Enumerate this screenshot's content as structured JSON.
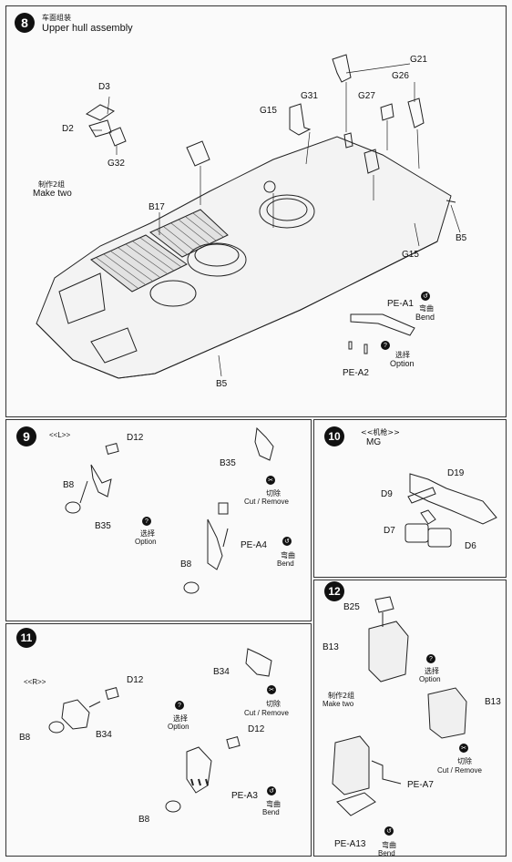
{
  "step8": {
    "number": "8",
    "title_cn": "车面组装",
    "title_en": "Upper hull assembly",
    "make_two_cn": "制作2组",
    "make_two_en": "Make two",
    "parts": {
      "d3": "D3",
      "d2": "D2",
      "g32": "G32",
      "b17": "B17",
      "g15a": "G15",
      "g31": "G31",
      "g21": "G21",
      "g26": "G26",
      "g27": "G27",
      "b5a": "B5",
      "g15b": "G15",
      "b5b": "B5",
      "pea1": "PE-A1",
      "pea2": "PE-A2"
    },
    "bend_cn": "弯曲",
    "bend_en": "Bend",
    "option_cn": "选择",
    "option_en": "Option"
  },
  "step9": {
    "number": "9",
    "side": "<<L>>",
    "parts": {
      "d12": "D12",
      "b8a": "B8",
      "b35a": "B35",
      "b35b": "B35",
      "pea4": "PE-A4",
      "b8b": "B8"
    },
    "cut_cn": "切除",
    "cut_en": "Cut / Remove",
    "option_cn": "选择",
    "option_en": "Option",
    "bend_cn": "弯曲",
    "bend_en": "Bend"
  },
  "step10": {
    "number": "10",
    "subtitle_cn": "<<机枪>>",
    "subtitle_en": "MG",
    "parts": {
      "d19": "D19",
      "d9": "D9",
      "d7": "D7",
      "d6": "D6"
    }
  },
  "step11": {
    "number": "11",
    "side": "<<R>>",
    "parts": {
      "d12a": "D12",
      "b8a": "B8",
      "b34a": "B34",
      "b34b": "B34",
      "d12b": "D12",
      "pea3": "PE-A3",
      "b8b": "B8"
    },
    "cut_cn": "切除",
    "cut_en": "Cut / Remove",
    "option_cn": "选择",
    "option_en": "Option",
    "bend_cn": "弯曲",
    "bend_en": "Bend"
  },
  "step12": {
    "number": "12",
    "parts": {
      "b25": "B25",
      "b13a": "B13",
      "b13b": "B13",
      "pea7": "PE-A7",
      "pea13": "PE-A13"
    },
    "option_cn": "选择",
    "option_en": "Option",
    "make_two_cn": "制作2组",
    "make_two_en": "Make two",
    "cut_cn": "切除",
    "cut_en": "Cut / Remove",
    "bend_cn": "弯曲",
    "bend_en": "Bend"
  }
}
